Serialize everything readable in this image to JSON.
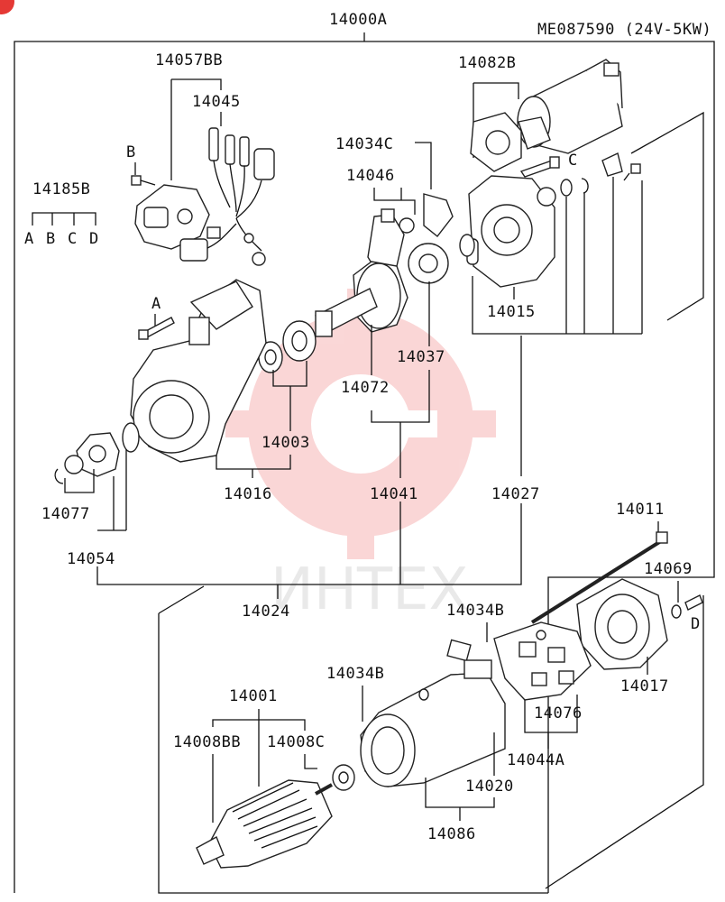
{
  "header": {
    "assembly": "14000A",
    "model_code": "ME087590 (24V-5KW)"
  },
  "watermark": "ИНТЕХ",
  "callouts": {
    "c14057BB": "14057BB",
    "c14045": "14045",
    "c14185B": "14185B",
    "sub_a": "A",
    "sub_b": "B",
    "sub_c": "C",
    "sub_d": "D",
    "bolt_b": "B",
    "bolt_a": "A",
    "bolt_c": "C",
    "bolt_d": "D",
    "c14082B": "14082B",
    "c14034C": "14034C",
    "c14046": "14046",
    "c14015": "14015",
    "c14037": "14037",
    "c14072": "14072",
    "c14003": "14003",
    "c14016": "14016",
    "c14041": "14041",
    "c14027": "14027",
    "c14077": "14077",
    "c14054": "14054",
    "c14024": "14024",
    "c14011": "14011",
    "c14069": "14069",
    "c14034B_a": "14034B",
    "c14034B_b": "14034B",
    "c14017": "14017",
    "c14001": "14001",
    "c14008BB": "14008BB",
    "c14008C": "14008C",
    "c14076": "14076",
    "c14044A": "14044A",
    "c14020": "14020",
    "c14086": "14086"
  },
  "colors": {
    "line": "#111111",
    "watermark_red": "#f2b8b8",
    "background": "#ffffff"
  }
}
